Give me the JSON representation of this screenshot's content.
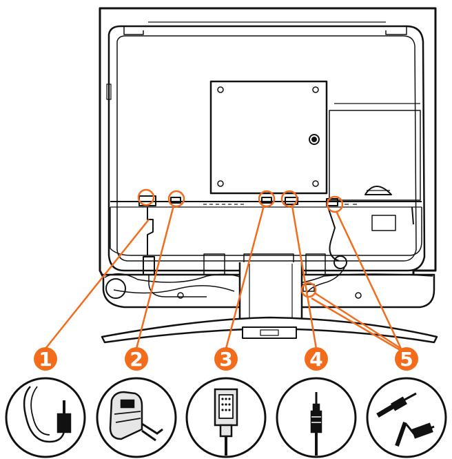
{
  "colors": {
    "outline": "#111111",
    "accent": "#f26c1b",
    "background": "#ffffff",
    "panel_fill": "#ffffff"
  },
  "callouts": [
    {
      "number": "1",
      "connector": "power-cable-icon"
    },
    {
      "number": "2",
      "connector": "power-plug-icon"
    },
    {
      "number": "3",
      "connector": "vga-connector-icon"
    },
    {
      "number": "4",
      "connector": "audio-jack-icon"
    },
    {
      "number": "5",
      "connector": "audio-cable-pair-icon"
    }
  ]
}
